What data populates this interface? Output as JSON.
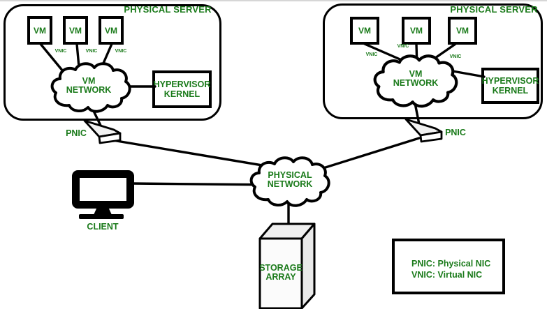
{
  "colors": {
    "text_green": "#1a7a1a",
    "line_black": "#000000",
    "shape_fill_light": "#f1f1f1",
    "background": "#ffffff"
  },
  "diagram": {
    "servers": [
      {
        "title": "PHYSICAL SERVER",
        "vm_labels": [
          "VM",
          "VM",
          "VM"
        ],
        "vnic_labels": [
          "VNIC",
          "VNIC",
          "VNIC"
        ],
        "network_label": "VM\nNETWORK",
        "hypervisor_label": "HYPERVISOR\nKERNEL",
        "pnic_label": "PNIC"
      },
      {
        "title": "PHYSICAL SERVER",
        "vm_labels": [
          "VM",
          "VM",
          "VM"
        ],
        "vnic_labels": [
          "VNIC",
          "VNIC",
          "VNIC"
        ],
        "network_label": "VM\nNETWORK",
        "hypervisor_label": "HYPERVISOR\nKERNEL",
        "pnic_label": "PNIC"
      }
    ],
    "physical_network_label": "PHYSICAL\nNETWORK",
    "client_label": "CLIENT",
    "storage_label": "STORAGE\nARRAY",
    "legend": {
      "line1": "PNIC: Physical NIC",
      "line2": "VNIC: Virtual NIC"
    }
  }
}
